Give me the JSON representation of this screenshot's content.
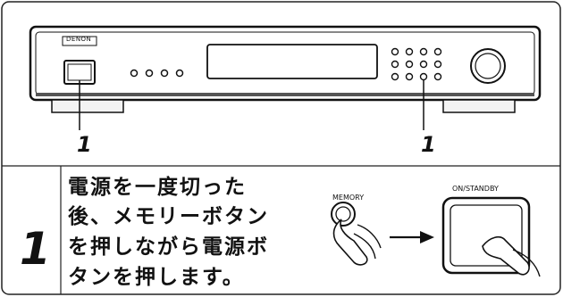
{
  "device": {
    "brand": "DENON"
  },
  "callouts": {
    "left": "1",
    "right": "1"
  },
  "step": {
    "number": "1",
    "lines": [
      "電源を一度切った",
      "後、メモリーボタン",
      "を押しながら電源ボ",
      "タンを押します。"
    ]
  },
  "illustration": {
    "memory_label": "MEMORY",
    "standby_label": "ON/STANDBY"
  }
}
